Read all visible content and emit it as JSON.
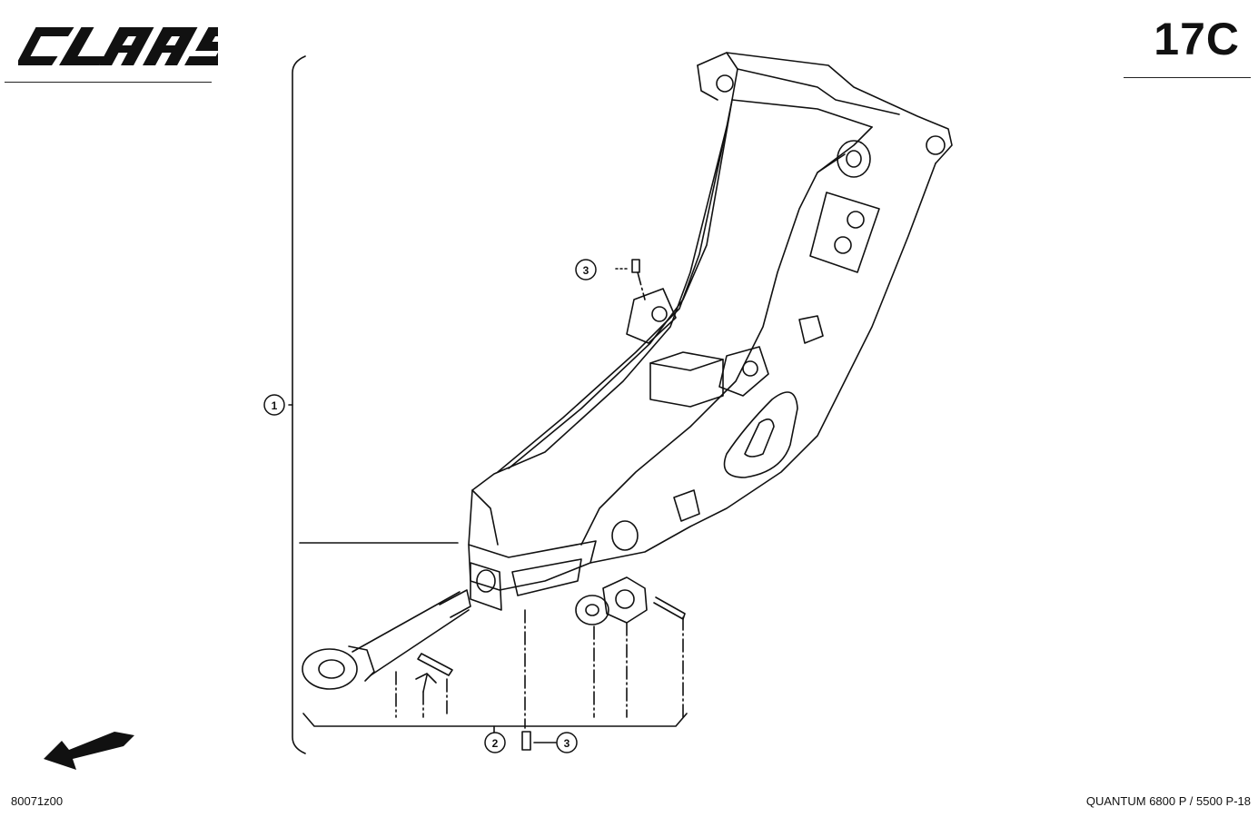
{
  "header": {
    "brand": "CLAAS",
    "page_code": "17C"
  },
  "diagram": {
    "callouts": [
      {
        "number": "1"
      },
      {
        "number": "2"
      },
      {
        "number": "3"
      },
      {
        "number": "3"
      }
    ]
  },
  "footer": {
    "drawing_id": "80071z00",
    "model": "QUANTUM 6800 P / 5500 P-18"
  },
  "icons": {
    "direction": "arrow-down-left-icon",
    "logo": "claas-logo"
  }
}
